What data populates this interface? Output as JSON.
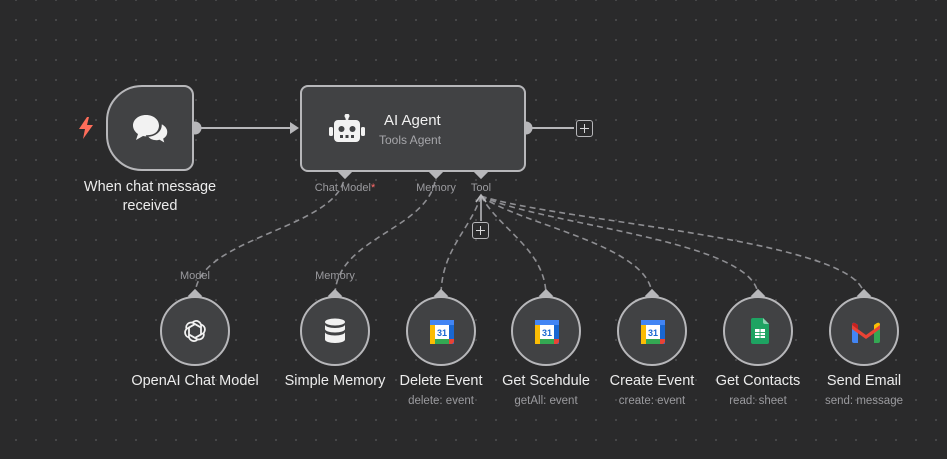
{
  "trigger": {
    "label": "When chat message received",
    "icon": "chat-bubbles-icon",
    "badge_icon": "lightning-bolt-icon",
    "badge_color": "#ff6d5a"
  },
  "agent": {
    "title": "AI Agent",
    "subtitle": "Tools Agent",
    "icon": "robot-icon",
    "ports": {
      "chat_model": "Chat Model",
      "chat_model_required": "*",
      "memory": "Memory",
      "tool": "Tool"
    }
  },
  "subnodes": [
    {
      "id": "openai",
      "label": "OpenAI Chat Model",
      "port_label": "Model",
      "sublabel": "",
      "icon": "openai-icon"
    },
    {
      "id": "memory",
      "label": "Simple Memory",
      "port_label": "Memory",
      "sublabel": "",
      "icon": "database-icon"
    },
    {
      "id": "delete-event",
      "label": "Delete Event",
      "sublabel": "delete: event",
      "icon": "google-calendar-icon",
      "icon_text": "31"
    },
    {
      "id": "get-schedule",
      "label": "Get Scehdule",
      "sublabel": "getAll: event",
      "icon": "google-calendar-icon",
      "icon_text": "31"
    },
    {
      "id": "create-event",
      "label": "Create Event",
      "sublabel": "create: event",
      "icon": "google-calendar-icon",
      "icon_text": "31"
    },
    {
      "id": "get-contacts",
      "label": "Get Contacts",
      "sublabel": "read: sheet",
      "icon": "google-sheets-icon"
    },
    {
      "id": "send-email",
      "label": "Send Email",
      "sublabel": "send: message",
      "icon": "gmail-icon"
    }
  ],
  "colors": {
    "canvas": "#2a2a2b",
    "node_fill": "#414244",
    "node_border": "#b7b7ba",
    "edge": "#9a9a9e",
    "sheets_green": "#1ea362",
    "calendar_blue": "#4285f4"
  }
}
